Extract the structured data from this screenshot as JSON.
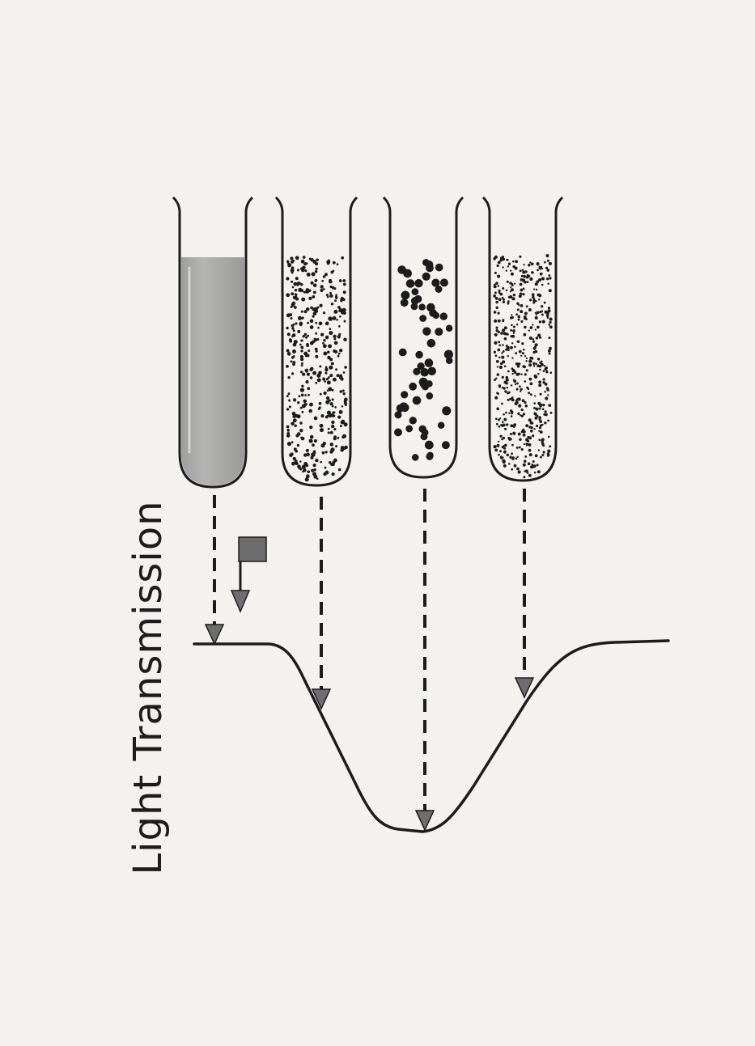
{
  "diagram": {
    "axis_label": "Light Transmission",
    "tubes": [
      {
        "id": "tube-1",
        "contents": "uniform turbid suspension"
      },
      {
        "id": "tube-2",
        "contents": "fine dispersed particles"
      },
      {
        "id": "tube-3",
        "contents": "large aggregated particles"
      },
      {
        "id": "tube-4",
        "contents": "fine dense particles"
      }
    ],
    "colors": {
      "ink": "#1c1c1c",
      "arrow": "#6e6e6e",
      "paper": "#f3f2ee",
      "turbid": "#9c9c9c"
    }
  }
}
